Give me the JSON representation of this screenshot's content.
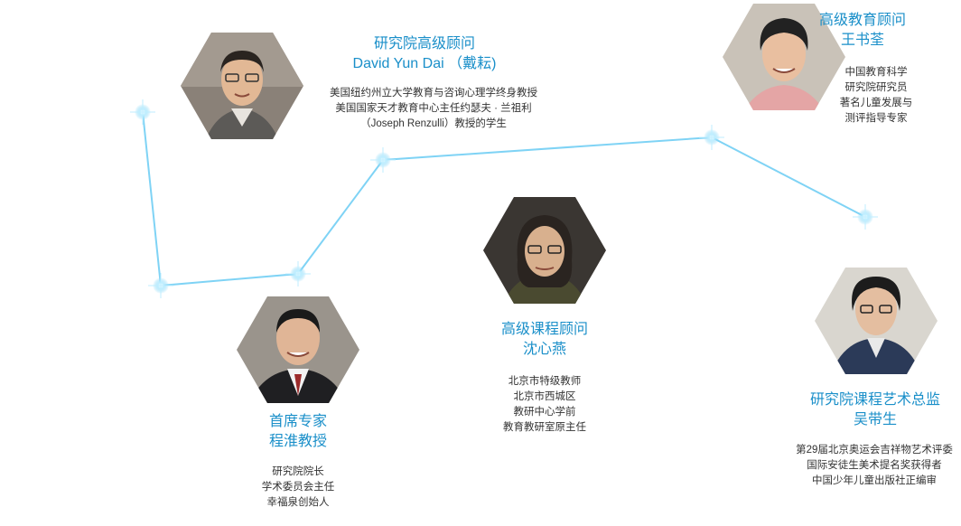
{
  "colors": {
    "line": "#7fd3f5",
    "node_glow": "#c8f0ff",
    "title": "#1a8fc9",
    "text": "#333333"
  },
  "experts": [
    {
      "id": "dai",
      "role": "研究院高级顾问",
      "name": "David Yun Dai （戴耘)",
      "desc": [
        "美国纽约州立大学教育与咨询心理学终身教授",
        "美国国家天才教育中心主任约瑟夫 · 兰祖利",
        "（Joseph Renzulli）教授的学生"
      ]
    },
    {
      "id": "wang",
      "role": "高级教育顾问",
      "name": "王书荃",
      "desc": [
        "中国教育科学",
        "研究院研究员",
        "著名儿童发展与",
        "测评指导专家"
      ]
    },
    {
      "id": "shen",
      "role": "高级课程顾问",
      "name": "沈心燕",
      "desc": [
        "北京市特级教师",
        "北京市西城区",
        "教研中心学前",
        "教育教研室原主任"
      ]
    },
    {
      "id": "cheng",
      "role": "首席专家",
      "name": "程淮教授",
      "desc": [
        "研究院院长",
        "学术委员会主任",
        "幸福泉创始人"
      ]
    },
    {
      "id": "wu",
      "role": "研究院课程艺术总监",
      "name": "吴带生",
      "desc": [
        "第29届北京奥运会吉祥物艺术评委",
        "国际安徒生美术提名奖获得者",
        "中国少年儿童出版社正编审"
      ]
    }
  ]
}
